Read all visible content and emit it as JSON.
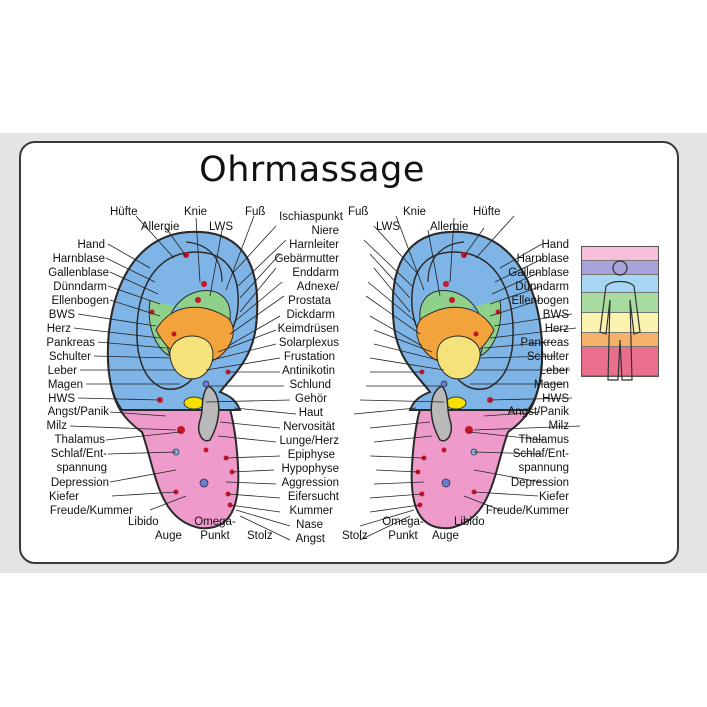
{
  "title": "Ohrmassage",
  "colors": {
    "card_bg": "#ffffff",
    "upper_ear": "#7fb4e6",
    "lower_ear": "#ee9bcc",
    "green_zone": "#8fd18a",
    "orange_zone": "#f2a33c",
    "yellow_zone": "#f5e27a",
    "point": "#c4162a"
  },
  "left_ear_labels": {
    "top": [
      "Hüfte",
      "Allergie",
      "Knie",
      "LWS",
      "Fuß"
    ],
    "left": [
      "Hand",
      "Harnblase",
      "Gallenblase",
      "Dünndarm",
      "Ellenbogen",
      "BWS",
      "Herz",
      "Pankreas",
      "Schulter",
      "Leber",
      "Magen",
      "HWS",
      "Angst/Panik",
      "Milz",
      "Thalamus",
      "Schlaf/Ent-",
      "spannung",
      "Depression",
      "Kiefer",
      "Freude/Kummer"
    ],
    "bottom": [
      "Libido",
      "Auge",
      "Omega-",
      "Punkt",
      "Stolz"
    ]
  },
  "center_labels": [
    "Ischiaspunkt",
    "Niere",
    "Harnleiter",
    "Gebärmutter",
    "Enddarm",
    "Adnexe/",
    "Prostata",
    "Dickdarm",
    "Keimdrüsen",
    "Solarplexus",
    "Frustation",
    "Antinikotin",
    "Schlund",
    "Gehör",
    "Haut",
    "Nervosität",
    "Lunge/Herz",
    "Epiphyse",
    "Hypophyse",
    "Aggression",
    "Eifersucht",
    "Kummer",
    "Nase",
    "Angst"
  ],
  "right_ear_labels": {
    "top": [
      "Fuß",
      "LWS",
      "Knie",
      "Allergie",
      "Hüfte"
    ],
    "right": [
      "Hand",
      "Harnblase",
      "Gallenblase",
      "Dünndarm",
      "Ellenbogen",
      "BWS",
      "Herz",
      "Pankreas",
      "Schulter",
      "Leber",
      "Magen",
      "HWS",
      "Angst/Panik",
      "Milz",
      "Thalamus",
      "Schlaf/Ent-",
      "spannung",
      "Depression",
      "Kiefer",
      "Freude/Kummer"
    ],
    "bottom": [
      "Stolz",
      "Omega-",
      "Punkt",
      "Auge",
      "Libido"
    ]
  },
  "legend_colors": [
    "#f7bfd9",
    "#a9a2db",
    "#a6d6f2",
    "#a8dba0",
    "#faf3b0",
    "#f6b26b",
    "#ea6f8c"
  ]
}
